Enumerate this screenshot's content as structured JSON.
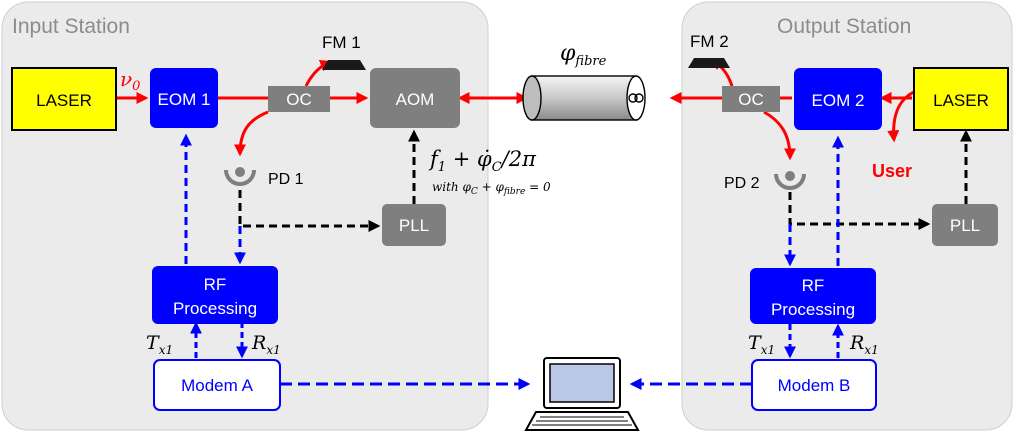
{
  "stations": {
    "input_title": "Input Station",
    "output_title": "Output Station"
  },
  "blocks": {
    "laser_left": "LASER",
    "eom1": "EOM 1",
    "oc_left": "OC",
    "aom": "AOM",
    "fm1": "FM 1",
    "pd1": "PD 1",
    "pll_left": "PLL",
    "rf_left_line1": "RF",
    "rf_left_line2": "Processing",
    "modem_a": "Modem A",
    "laser_right": "LASER",
    "eom2": "EOM 2",
    "oc_right": "OC",
    "fm2": "FM 2",
    "pd2": "PD 2",
    "pll_right": "PLL",
    "rf_right_line1": "RF",
    "rf_right_line2": "Processing",
    "modem_b": "Modem B",
    "user": "User"
  },
  "labels": {
    "nu0": "ν",
    "nu0_sub": "0",
    "fibre_phi": "φ",
    "fibre_sub": "fibre",
    "freq_expr": "f",
    "freq_sub": "1",
    "freq_rest": " + φ̇",
    "freq_c": "C",
    "freq_tail": "/2π",
    "with_line": "with φ",
    "with_c": "C",
    "with_mid": " + φ",
    "with_fibre": "fibre",
    "with_end": " = 0",
    "tx": "T",
    "tx_sub": "x1",
    "rx": "R",
    "rx_sub": "x1"
  },
  "colors": {
    "station_bg": "#ebebeb",
    "laser": "#ffff00",
    "eom": "#0000ff",
    "grey_block": "#7f7f7f",
    "optical": "#ff0000",
    "rf_link": "#0000ff",
    "pll_link": "#000000",
    "user": "#ff0000"
  }
}
